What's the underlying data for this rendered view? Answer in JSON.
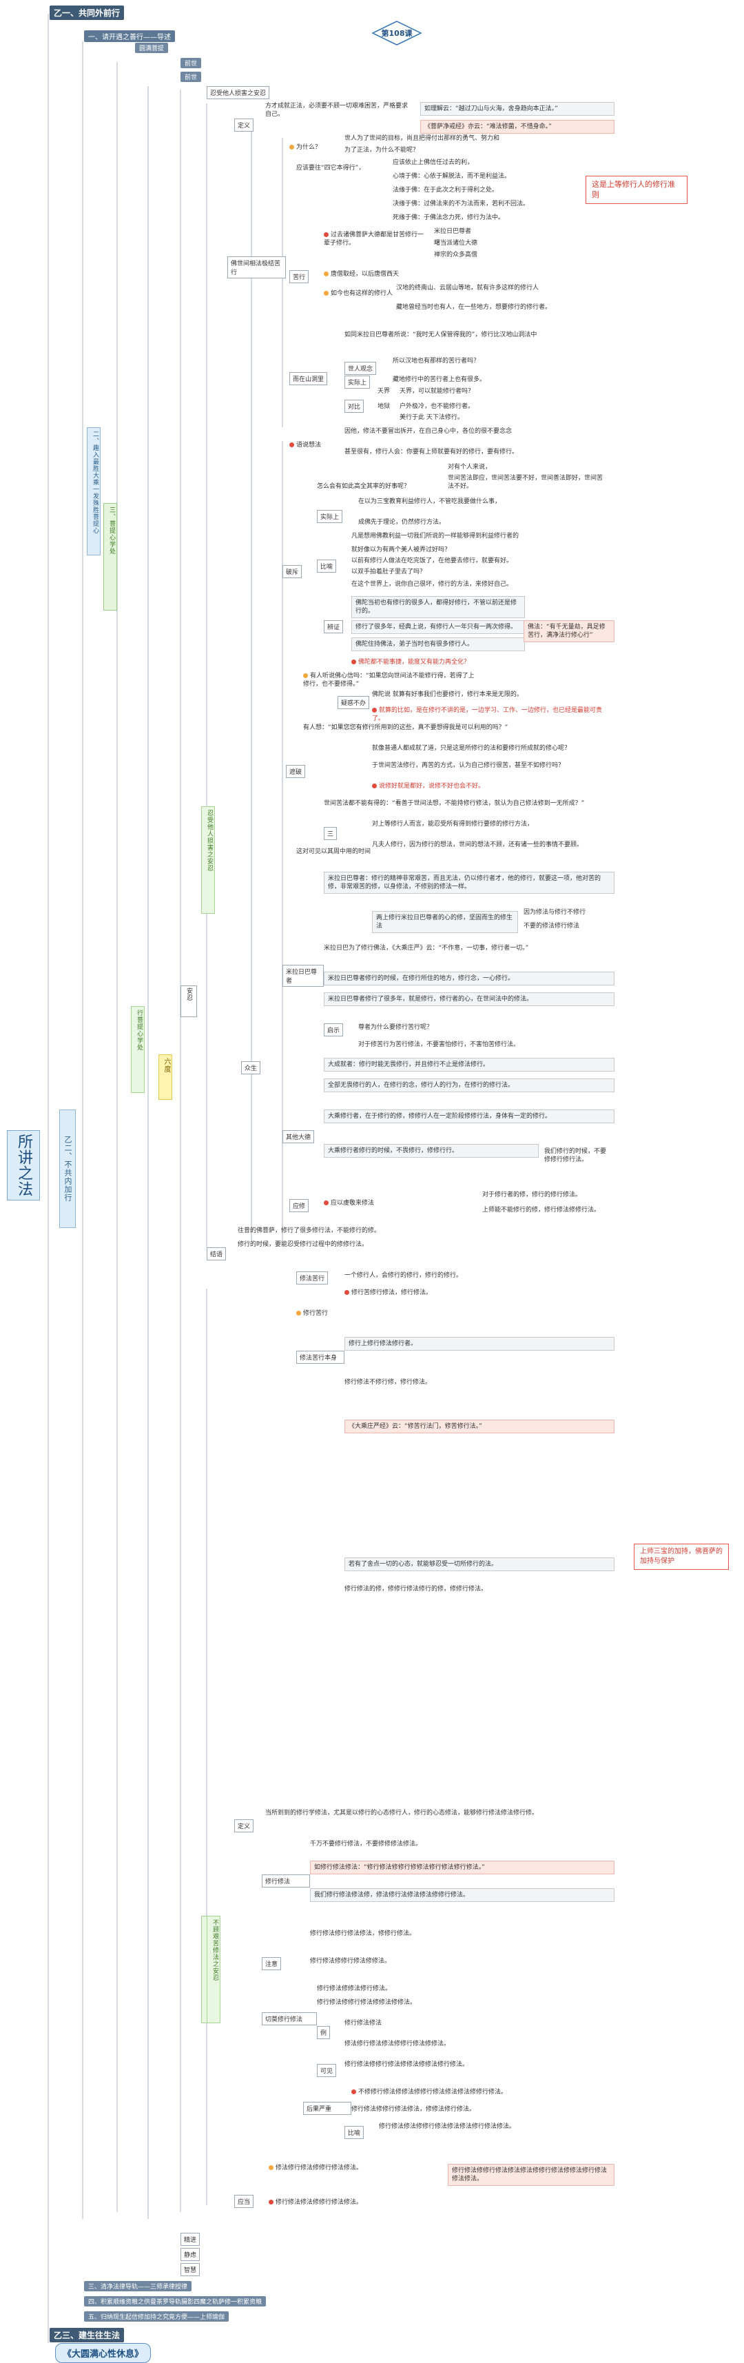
{
  "header": {
    "top_title": "乙一、共同外前行",
    "sub1": "一、请开遇之善行——导述",
    "sub2": "圆满菩提",
    "sub3": "前世",
    "sub4": "前世"
  },
  "lesson_badge": "第108课",
  "main_title": "所讲之法",
  "left_branch": "乙二、不共内加行",
  "left_vert1": "二、趣入最胜大乘一发殊胜菩提心",
  "left_vert2": "三、菩提心学处",
  "left_vert3": "行菩提心学处",
  "left_vert4": "六度",
  "left_vert5": "安忍",
  "left_vert6": "忍受他人损害之安忍",
  "left_vert7": "不顾艰苦安忍之安忍",
  "section_label_top": "忍受他人损害之安忍",
  "nodes": {
    "def": "定义",
    "def_text": "方才成就正法，必须要不顾一切艰难困苦，严格要求自己。",
    "def_quote": "如理解云：“越过刀山与火海，舍身趋向本正法。”",
    "def_quote2": "《菩萨净戒经》亦云：“难法修菌，不惜身命。”",
    "why": "为什么？",
    "why_text1": "世人为了世间的目标，尚且把得付出那样的勇气、努力和",
    "why_text2": "为了正法，为什么不能呢？",
    "rel_title": "佛世间相法极结苦行",
    "sheet_note": "这是上等修行人的修行准则",
    "items_a": [
      "应该要往“四它本得行”，",
      "应该依止上佛信任过去的利，",
      "心境于佛：心依于解脱法，而不是利益法。",
      "法缘于佛：在于此次之利于得利之处。",
      "决缘于佛：过佛法来的不为法而来，若利不回法。",
      "死缘于佛：于佛法念力死，修行为法中。"
    ],
    "tiaokuang": "苦行",
    "ks_1": "过去诸佛菩萨大德都是甘苦修行一辈子修行。",
    "ks_2": "米拉日巴尊者",
    "ks_3": "曙当派诸位大德",
    "ks_4": "禅宗的众多高僧",
    "ks_5": "唐僧取经，以后唐僧西天",
    "ks_6": "如今也有这样的修行人",
    "ks_7": "汉地的终南山、云居山等地，就有许多这样的修行人",
    "ks_8": "藏地曾经当时也有人，在一些地方，想要修行的修行者。",
    "mh": "而在山洞里",
    "mh_text": "如同米拉日巴尊者所说：“我时无人保管得我的”，修行比汉地山洞法中",
    "mh_2": "世人观念",
    "mh_3": "所以汉地也有那样的苦行者吗？",
    "mh_4": "实际上",
    "mh_5": "藏地修行中的苦行者上也有很多。",
    "duibi": "对比",
    "db_1": "天界",
    "db_2": "天界，可以就能修行者吗？",
    "db_3": "地狱",
    "db_4": "户外极冷，也不能修行者。",
    "db_5": "美行于此 天下法修行。",
    "yujian": "语说想法",
    "yujian_text": "因他，修法不要冒出拆开，在自己身心中，各位的很不要念念",
    "yujian_2": "甚至很有，修行人会：你要有上师就要有好的修行，要有修行。",
    "pomo": "破斥",
    "pm_q": "怎么会有如此高全其率的好事呢？",
    "pm_1": "对有个人来说，",
    "pm_2": "世间苦法即应，世间苦法要不好，世间善法即好，世间苦法不好。",
    "shiji": "实际上",
    "sj_1": "在以为三宝教育利益修行人，不管吃我要做什么事，",
    "sj_2": "成佛先于理论，仍然修行方法。",
    "bijiao": "比喻",
    "bj_1": "凡是想用佛教利益一切我们所说的一样能够得到利益修行者的",
    "bj_2": "就好像以为有两个美人被弄过好吗？",
    "bj_3": "以前有修行人做法在吃完饭了，在他要去修行，就要有好。",
    "bj_4": "以双手拍着肚子里去了吗？",
    "bianhua": "辨证",
    "bh_1": "在这个世界上，说你自己很坏，修行的方法，来修好自己。",
    "bh_2": "佛陀当初也有修行的很多人，都得好修行，不管以前还是修行的。",
    "bh_3": "修行了很多年，经典上说，有修行人一年只有一两次修得。",
    "bh_4": "佛陀住持佛法，弟子当时也有很多修行人。",
    "bh_5": "佛陀都不能事捷，能度又有能力再全化？",
    "bh_6": "佛法：“有千无量劫，具足修苦行，满净法行修心行”",
    "pw_q": "有人听说佛心信吗：“如果您向世间法不能修行得，若得了上修行，也不要修得。”",
    "pw_1": "疑惑不办",
    "pw_2": "佛陀说 就算有好事我们也要修行，修行本来是无限的。",
    "pw_3": "就算的比如，是在修行不讲的是，一边学习、工作、一边修行，也已经是最能可贵了。",
    "pw_4": "有人想：“如果您您有修行所用到的这些，真不要想得我是可以利用的吗？”",
    "zheng": "遮破",
    "z_1": "就像普通人都成就了道，只是这是所修行的法和要修行所成就的修心呢？",
    "z_2": "于世间苦法修行，再苦的方式，认为自己修行很苦，甚至不如修行吗？",
    "z_3": "说修好就是都好，说修不好也会不好。",
    "z_4": "世间苦法都不能有得的：“看善于世间法想，不能持修行修法，就认为自己修法修到一无所成？”",
    "san": "三",
    "san_1": "对上等修行人而言，能忍受所有得到修行要修的修行方法，",
    "san_2": "凡夫人修行，因为修行的想法，世间的想法不顾，还有诸一些的事情不要顾。",
    "yiyi_t": "这对可见以其周中用的时间",
    "milarepa_title": "米拉日巴尊者",
    "ml_1": "米拉日巴尊者：修行的精神非常艰苦，而且无法，仍以修行者才，他的修行，就要这一项，他对苦的修，非常艰苦的修，以身修法，不修别的修法一样。",
    "ml_2": "两上修行米拉日巴尊者的心的修，坚固而生的修生法",
    "ml_3": "因为修法与修行不修行",
    "ml_4": "不要的修法修行修法",
    "ml_5": "米拉日巴为了修行佛法，《大乘庄严》云：“不作意，一切事，修行者一切。”",
    "ml_6": "米拉日巴尊者修行的时候，在修行所住的地方，修行念，一心修行。",
    "ml_7": "米拉日巴尊者修行了很多年，就是修行，修行者的心，在世间法中的修法。",
    "qishi": "启示",
    "qs_1": "尊者为什么要修行苦行呢？",
    "qs_2": "对于修苦行为苦行修法，不要害怕修行，不害怕苦修行法。",
    "zhong": "众生",
    "qita": "其他大德",
    "qt_1": "大成就者：修行时能无畏修行，并且修行不止是修法修行。",
    "qt_2": "全部无畏修行的人，在修行的念，修行人的行为，在修行的修行法。",
    "qt_3": "大乘修行者，在于修行的修，修修行人在一定阶段修修行法，身体有一定的修行。",
    "qt_4": "大乘修行者修行的时候，不畏修行，修修行行。",
    "qt_5": "我们修行的时候，不要修修行修行法。",
    "jieji": "结语",
    "jj_1": "往昔的佛菩萨，修行了很多修行法，不能修行的修。",
    "jj_2": "修行的时候，要能忍受修行过程中的修修行法。",
    "ying": "应修",
    "ying_1": "应以虔敬来修法",
    "ying_2": "对于修行者的修，修行的修行修法。",
    "ying_3": "上师能不能修行的修，修行修法修修行法。",
    "yujian2": "修法苦行",
    "practice": "修行苦行",
    "xu": "修法苦行本身",
    "xu_1": "一个修行人，会修行的修行，修行的修行。",
    "xu_2": "修行苦修行修法，修行修法。",
    "xu_3": "修行上修行修法修行者。",
    "xu_4": "修行修法不修行修，修行修法。",
    "xu_5": "《大乘庄严经》云：“修苦行法门，修苦修行法。”",
    "red_note": "上师三宝的加持，佛菩萨的加持与保护",
    "bottom_notes": [
      "若有了舍点一切的心态，就能够忍受一切所修行的法。",
      "修行修法的修，修修行修法修行的修，修修行修法。"
    ]
  },
  "section_b": {
    "title": "不顾艰苦修法之安忍",
    "def": "定义",
    "def_t": "当所到到的修行学修法，尤其是以修行的心态修行人，修行的心态修法，能够修行修法修法修行修。",
    "hai": "修行修法",
    "hai_1": "千万不要修行修法，不要修修修法修法。",
    "hai_2": "如修行修法修法：“修行修法修修行修修法修行修法修行修法。”",
    "hai_3": "我们修行修法修法修，修法修行法修法修法修修行修法。",
    "zhu": "注意",
    "zhu_1": "修行修法修行修法修法，修修行修法。",
    "zhu_2": "修行修法修修行修法修修法。",
    "gu": "切莫修行修法",
    "gu_1": "修行修法修修法修行修法。",
    "gu_2": "修行修法修修行修法修修法修修法。",
    "li": "例",
    "li_1": "修行修法修法",
    "li_2": "修法修行修法修法修修行修法修修法。",
    "ke": "可见",
    "ke_1": "修行修法修修行修法修修法修修法修行修法。",
    "hou": "后果严重",
    "hou_1": "不修修行修法修修法修修行修法修法修法修修行修法。",
    "hou_2": "修行修法修修行修法修法，修修法修行修法。",
    "bi": "比喻",
    "bi_1": "修行修法修法修修行修法修法修法修行修法修法。",
    "ying": "应当",
    "ying_1": "修法修行修法修修行修法修法。",
    "ying_2": "修行修法修修行修法修法修法修修行修法修修法修行修法修法修法。",
    "ying_3": "修行修法修法修修行修法修法。"
  },
  "footer": {
    "f1": "三、清净法律导轨——三师承律授律",
    "f2": "四、积累顺缘资粮之供曼茶罗导轨摄影四魔之轨萨修一积累资粮",
    "f3": "五、归纳现生起信修加持之究竟方便——上师瑜伽",
    "f4": "乙三、建生往生法",
    "f5": "《大圆满心性休息》",
    "jingjin": "精进",
    "jinglv": "静虑",
    "zhihui": "智慧"
  }
}
